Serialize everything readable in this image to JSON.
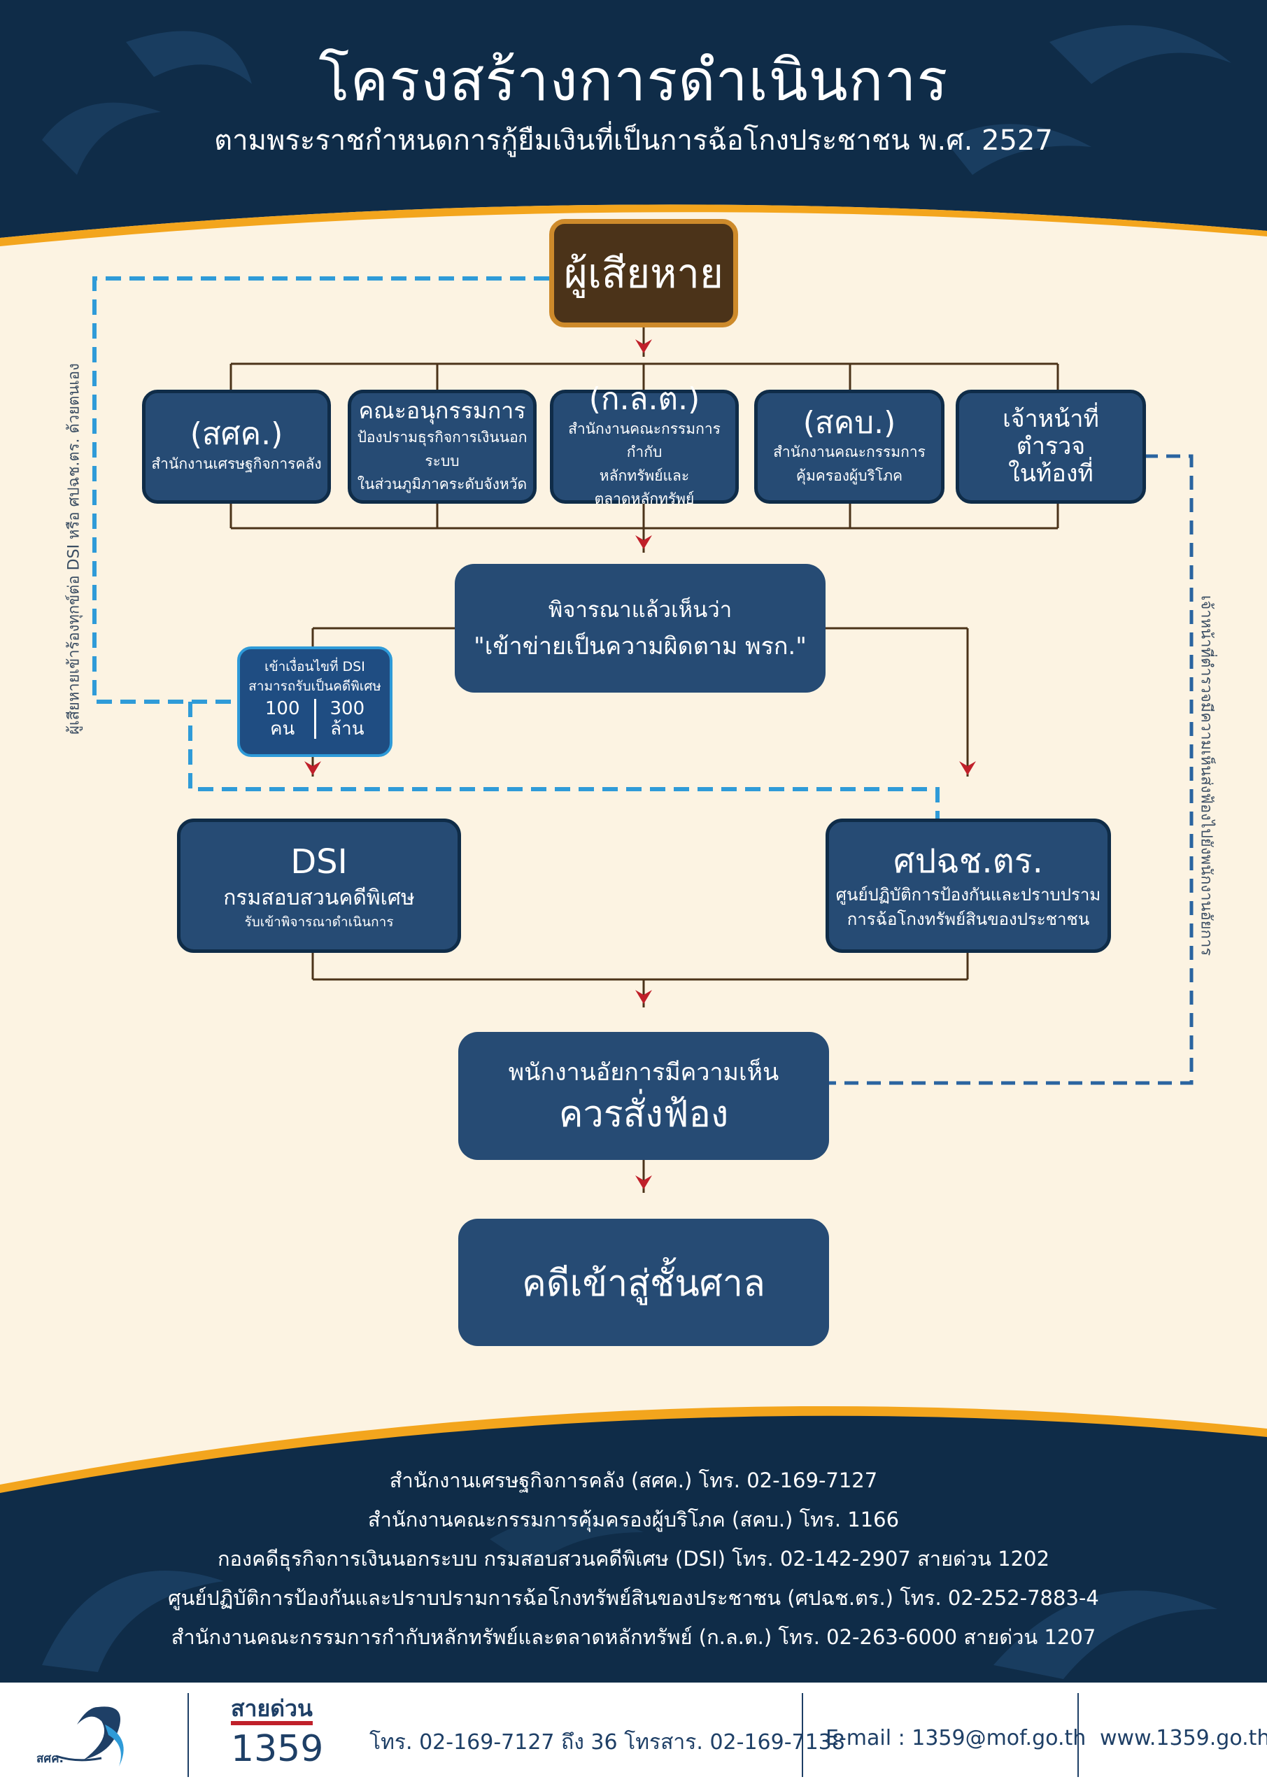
{
  "header": {
    "title": "โครงสร้างการดำเนินการ",
    "subtitle": "ตามพระราชกำหนดการกู้ยืมเงินที่เป็นการฉ้อโกงประชาชน พ.ศ. 2527"
  },
  "colors": {
    "navy": "#0f2c48",
    "box": "#264b74",
    "accent": "#f3a51d",
    "arrow": "#c0202a",
    "dash": "#2f9bd8"
  },
  "diagram": {
    "victim": "ผู้เสียหาย",
    "agencies": [
      {
        "abbr": "(สศค.)",
        "name": "สำนักงานเศรษฐกิจการคลัง"
      },
      {
        "abbr": "คณะอนุกรรมการ",
        "line1": "ป้องปรามธุรกิจการเงินนอกระบบ",
        "line2": "ในส่วนภูมิภาคระดับจังหวัด"
      },
      {
        "abbr": "(ก.ล.ต.)",
        "line1": "สำนักงานคณะกรรมการกำกับ",
        "line2": "หลักทรัพย์และตลาดหลักทรัพย์"
      },
      {
        "abbr": "(สคบ.)",
        "line1": "สำนักงานคณะกรรมการ",
        "line2": "คุ้มครองผู้บริโภค"
      },
      {
        "line1": "เจ้าหน้าที่",
        "line2": "ตำรวจ",
        "line3": "ในท้องที่"
      }
    ],
    "consider": {
      "line1": "พิจารณาแล้วเห็นว่า",
      "line2": "\"เข้าข่ายเป็นความผิดตาม พรก.\""
    },
    "dsi_condition": {
      "line1": "เข้าเงื่อนไขที่ DSI",
      "line2": "สามารถรับเป็นคดีพิเศษ",
      "people_num": "100",
      "people_unit": "คน",
      "money_num": "300",
      "money_unit": "ล้าน"
    },
    "dsi": {
      "abbr": "DSI",
      "name": "กรมสอบสวนคดีพิเศษ",
      "note": "รับเข้าพิจารณาดำเนินการ"
    },
    "police_center": {
      "abbr": "ศปฉช.ตร.",
      "line1": "ศูนย์ปฏิบัติการป้องกันและปราบปราม",
      "line2": "การฉ้อโกงทรัพย์สินของประชาชน"
    },
    "prosecutor": {
      "line1": "พนักงานอัยการมีความเห็น",
      "line2": "ควรสั่งฟ้อง"
    },
    "court": "คดีเข้าสู่ชั้นศาล",
    "left_note": "ผู้เสียหายเข้าร้องทุกข์ต่อ DSI หรือ ศปฉช.ตร. ด้วยตนเอง",
    "right_note": "เจ้าหน้าที่ตำรวจมีความเห็นส่งฟ้องไปยังพนักงานอัยการ"
  },
  "contacts": [
    "สำนักงานเศรษฐกิจการคลัง (สศค.) โทร. 02-169-7127",
    "สำนักงานคณะกรรมการคุ้มครองผู้บริโภค (สคบ.) โทร. 1166",
    "กองคดีธุรกิจการเงินนอกระบบ กรมสอบสวนคดีพิเศษ (DSI) โทร. 02-142-2907 สายด่วน 1202",
    "ศูนย์ปฏิบัติการป้องกันและปราบปรามการฉ้อโกงทรัพย์สินของประชาชน (ศปฉช.ตร.) โทร. 02-252-7883-4",
    "สำนักงานคณะกรรมการกำกับหลักทรัพย์และตลาดหลักทรัพย์ (ก.ล.ต.) โทร. 02-263-6000 สายด่วน 1207"
  ],
  "footer": {
    "logo_text": "สศค.",
    "hotline_label": "สายด่วน",
    "hotline_number": "1359",
    "phone": "โทร. 02-169-7127 ถึง 36 โทรสาร. 02-169-7138",
    "email": "E-mail : 1359@mof.go.th",
    "website": "www.1359.go.th"
  }
}
